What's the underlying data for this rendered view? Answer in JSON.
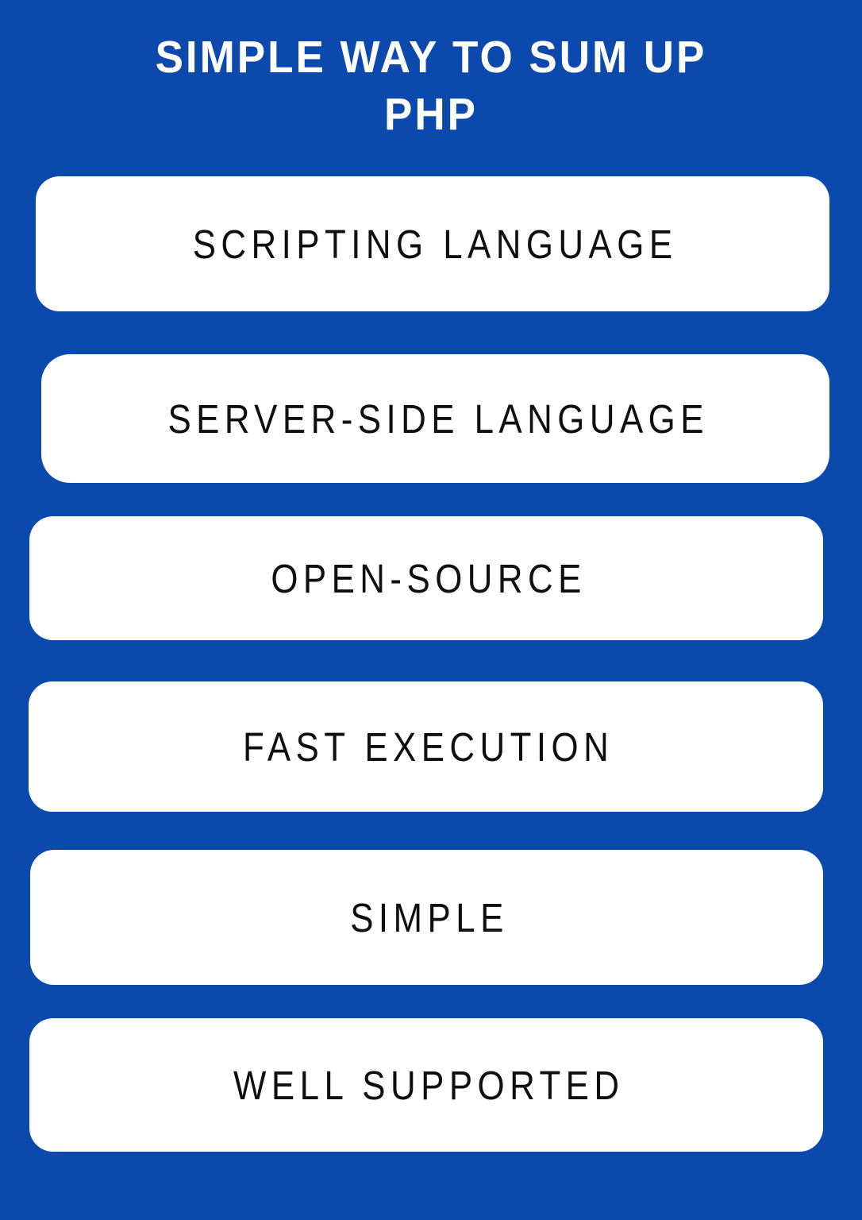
{
  "poster": {
    "background_color": "#0b4aac",
    "card_color": "#ffffff",
    "title_color": "#ffffff",
    "label_color": "#0f0f0f"
  },
  "title": {
    "line1": "SIMPLE WAY TO SUM UP",
    "line2": "PHP",
    "full": "SIMPLE WAY TO SUM UP PHP"
  },
  "cards": [
    {
      "label": "SCRIPTING LANGUAGE"
    },
    {
      "label": "SERVER-SIDE LANGUAGE"
    },
    {
      "label": "OPEN-SOURCE"
    },
    {
      "label": "FAST EXECUTION"
    },
    {
      "label": "SIMPLE"
    },
    {
      "label": "WELL SUPPORTED"
    }
  ]
}
